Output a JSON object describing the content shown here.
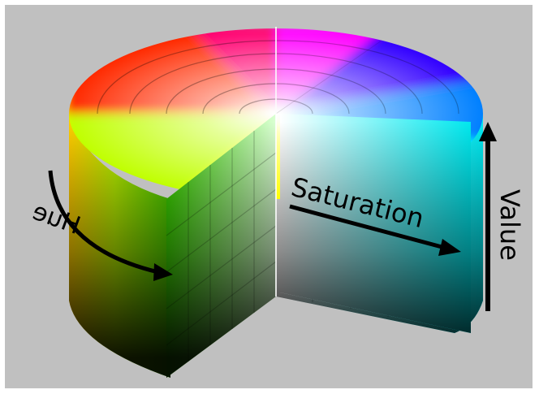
{
  "diagram": {
    "labels": {
      "hue": "Hue",
      "saturation": "Saturation",
      "value": "Value"
    },
    "colors": {
      "background": "#c0c0c0",
      "frame": "#ffffff",
      "arrow": "#000000",
      "hue_red": "#ff0000",
      "hue_yellow": "#ffff00",
      "hue_green": "#00ff00",
      "hue_cyan": "#00ffff",
      "hue_blue": "#0000ff",
      "hue_magenta": "#ff00ff"
    },
    "icons": {
      "hue_arrow": "curved-arrow-icon",
      "saturation_arrow": "arrow-right-icon",
      "value_arrow": "arrow-up-icon"
    }
  }
}
